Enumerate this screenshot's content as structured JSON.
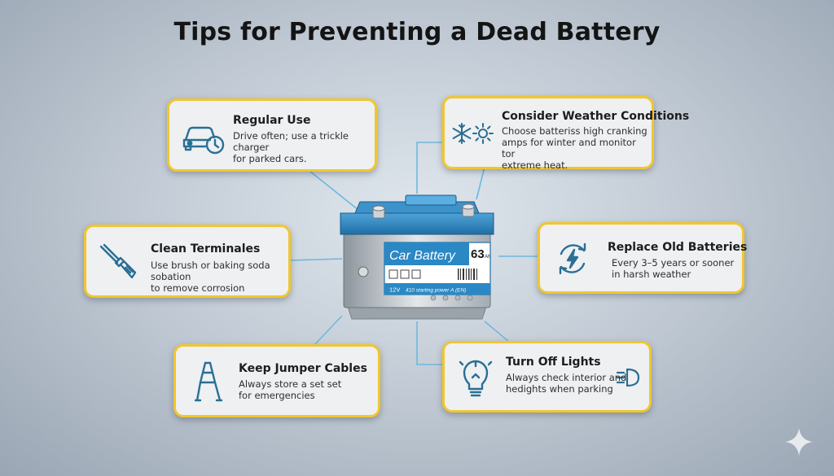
{
  "title": "Tips for Preventing a Dead Battery",
  "battery": {
    "brand": "Car Battery",
    "capacity": "63",
    "capacity_unit": "Ah",
    "voltage": "12V",
    "spec": "410 starting power A (EN)"
  },
  "tips": [
    {
      "id": "regular-use",
      "title": "Regular Use",
      "desc": [
        "Drive often; use a trickle charger",
        "for parked cars."
      ],
      "icon": "car-clock-icon"
    },
    {
      "id": "weather",
      "title": "Consider Weather Conditions",
      "desc": [
        "Choose batteriss high cranking",
        "amps for winter and monitor tor",
        "extreme heat."
      ],
      "icon": "snowflake-sun-icon"
    },
    {
      "id": "clean-terminals",
      "title": "Clean Terminales",
      "desc": [
        "Use brush or baking soda sobation",
        "to remove corrosion"
      ],
      "icon": "brush-icon"
    },
    {
      "id": "replace-old",
      "title": "Replace Old Batteries",
      "desc": [
        "Every 3–5 years or sooner",
        "in harsh weather"
      ],
      "icon": "recycle-bolt-icon"
    },
    {
      "id": "jumper-cables",
      "title": "Keep Jumper Cables",
      "desc": [
        "Always store a set set",
        "for emergencies"
      ],
      "icon": "jumper-clamp-icon"
    },
    {
      "id": "lights-off",
      "title": "Turn Off Lights",
      "desc": [
        "Always check interior and",
        "hedights when parking"
      ],
      "icon": "lightbulb-icon"
    }
  ],
  "colors": {
    "card_border": "#f1c62f",
    "icon_blue": "#2a6f94",
    "battery_blue": "#2a88c4",
    "connector": "#6fb8dd"
  }
}
